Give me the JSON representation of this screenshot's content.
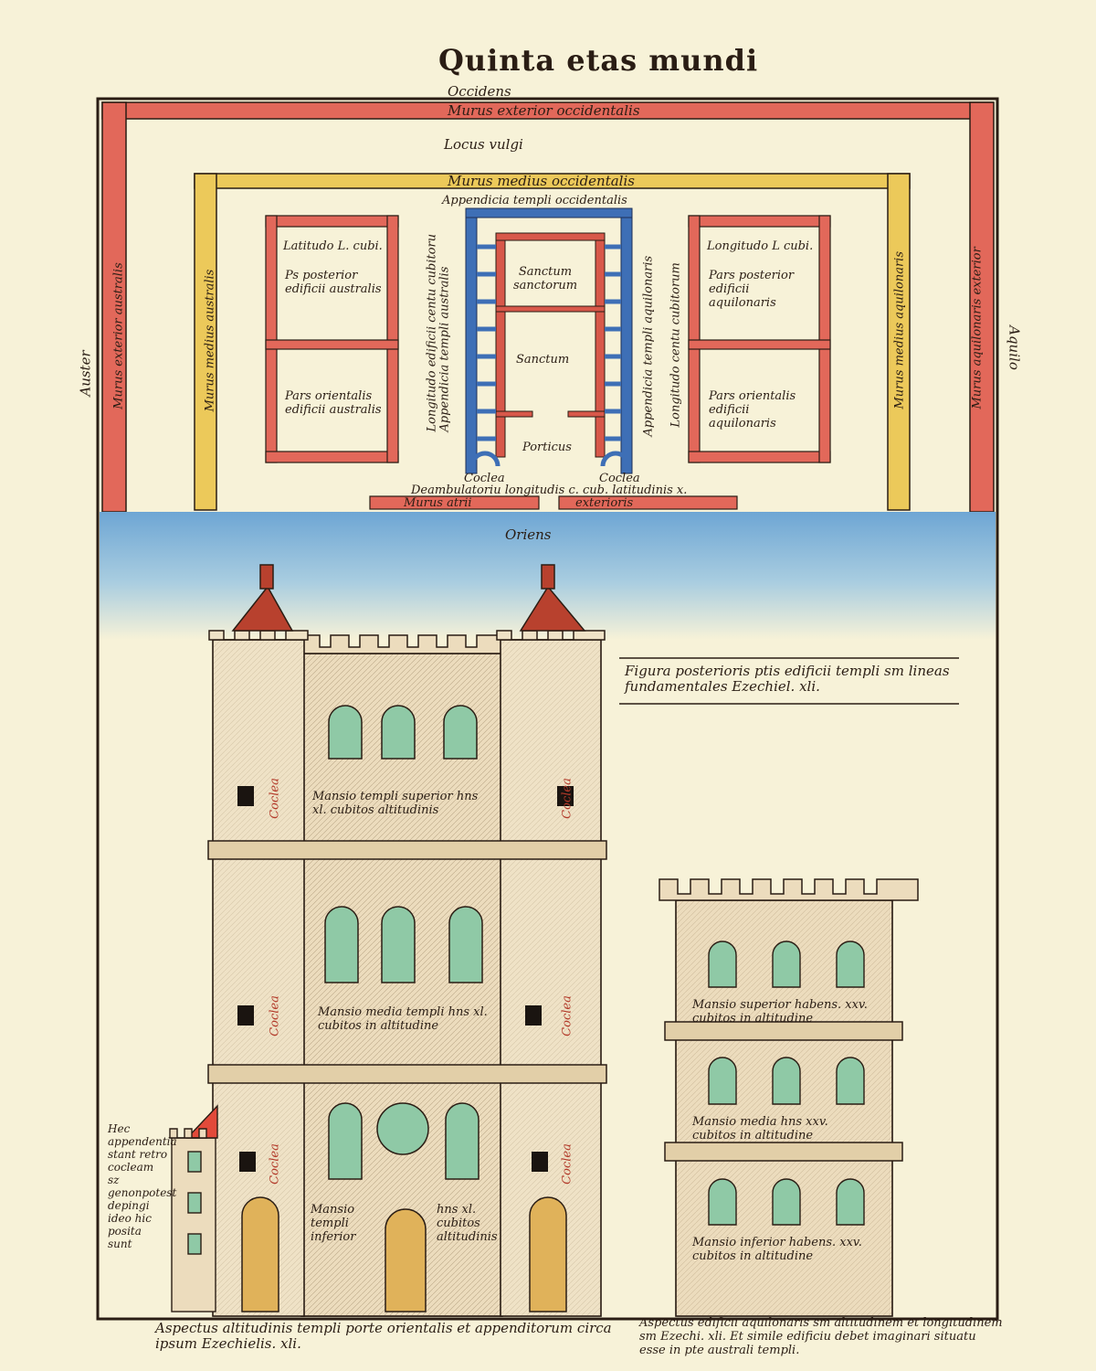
{
  "title": "Quinta etas mundi",
  "plan": {
    "occidens": "Occidens",
    "murus_exterior_occidentalis": "Murus exterior occidentalis",
    "locus_vulgi": "Locus vulgi",
    "murus_medius_occidentalis": "Murus medius occidentalis",
    "appendicia_templi_occidentalis": "Appendicia templi occidentalis",
    "auster": "Auster",
    "aquilo": "Aquilo",
    "murus_exterior_australis": "Murus exterior australis",
    "murus_medius_australis": "Murus medius australis",
    "murus_medius_aquilonaris": "Murus medius aquilonaris",
    "murus_aquilonaris_exterior": "Murus aquilonaris exterior",
    "latitudo": "Latitudo L. cubi.",
    "pars_posterior_australis": "Ps posterior edificii australis",
    "pars_orientalis_australis": "Pars orientalis edificii australis",
    "longitudo_south": "Longitudo edificii centu cubitoru",
    "appendicia_australis": "Appendicia templi australis",
    "sanctum_sanctorum": "Sanctum sanctorum",
    "sanctum": "Sanctum",
    "porticus": "Porticus",
    "appendicia_aquilonaris": "Appendicia templi aquilonaris",
    "longitudo_north": "Longitudo centu cubitorum",
    "longitudo_right": "Longitudo L cubi.",
    "pars_posterior_aquilonaris": "Pars posterior edificii aquilonaris",
    "pars_orientalis_aquilonaris": "Pars orientalis edificii aquilonaris",
    "coclea_left": "Coclea",
    "coclea_right": "Coclea",
    "deambulatorium": "Deambulatoriu longitudis c. cub. latitudinis x.",
    "murus_atrii": "Murus atrii",
    "exterioris": "exterioris",
    "oriens": "Oriens"
  },
  "elevation": {
    "figura_caption": "Figura posterioris ptis edificii templi sm lineas fundamentales Ezechiel. xli.",
    "mansio_superior": "Mansio templi superior hns xl. cubitos altitudinis",
    "mansio_media": "Mansio media templi hns xl. cubitos in altitudine",
    "mansio_inferior_a": "Mansio templi inferior",
    "mansio_inferior_b": "hns xl. cubitos altitudinis",
    "coclea_labels": [
      "Coclea",
      "Coclea",
      "Coclea",
      "Coclea",
      "Coclea",
      "Coclea"
    ],
    "side_note": "Hec appendentia stant retro cocleam sz genonpotest depingi ideo hic posita sunt",
    "caption_left": "Aspectus altitudinis templi porte orientalis et appenditorum circa ipsum Ezechielis. xli.",
    "side_superior": "Mansio superior habens. xxv. cubitos in altitudine",
    "side_media": "Mansio media hns xxv. cubitos in altitudine",
    "side_inferior": "Mansio inferior habens. xxv. cubitos in altitudine",
    "caption_right": "Aspectus edificii aquilonaris sm altitudinem et longitudinem sm Ezechi. xli. Et simile edificiu debet imaginari situatu esse in pte australi templi."
  },
  "colors": {
    "paper": "#f7f2d8",
    "ink": "#2a1d14",
    "red_wall": "#e2685a",
    "yellow_wall": "#ecc95a",
    "blue_wall": "#3e6fb6",
    "sky": "#7fb3d8",
    "stone": "#ead9b9",
    "glass": "#8fc9a6",
    "roof": "#b8412e"
  }
}
